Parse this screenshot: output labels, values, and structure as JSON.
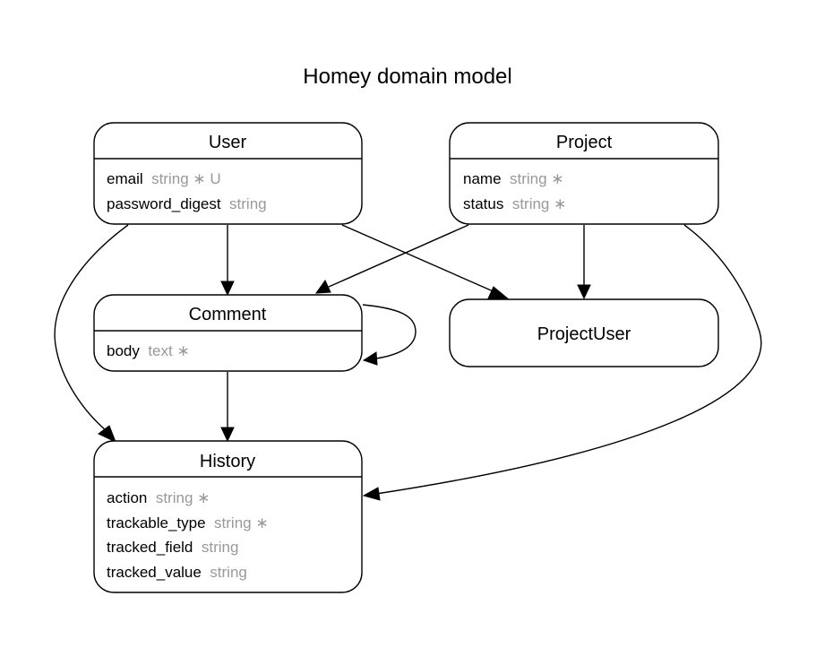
{
  "diagram": {
    "title": "Homey domain model",
    "colors": {
      "stroke": "#000000",
      "attribute_type": "#999999",
      "background": "#ffffff"
    },
    "entities": {
      "user": {
        "name": "User",
        "attributes": [
          {
            "name": "email",
            "type": "string ∗ U"
          },
          {
            "name": "password_digest",
            "type": "string"
          }
        ]
      },
      "project": {
        "name": "Project",
        "attributes": [
          {
            "name": "name",
            "type": "string ∗"
          },
          {
            "name": "status",
            "type": "string ∗"
          }
        ]
      },
      "comment": {
        "name": "Comment",
        "attributes": [
          {
            "name": "body",
            "type": "text ∗"
          }
        ]
      },
      "project_user": {
        "name": "ProjectUser",
        "attributes": []
      },
      "history": {
        "name": "History",
        "attributes": [
          {
            "name": "action",
            "type": "string ∗"
          },
          {
            "name": "trackable_type",
            "type": "string ∗"
          },
          {
            "name": "tracked_field",
            "type": "string"
          },
          {
            "name": "tracked_value",
            "type": "string"
          }
        ]
      }
    },
    "relationships": [
      {
        "from": "User",
        "to": "Comment"
      },
      {
        "from": "User",
        "to": "ProjectUser"
      },
      {
        "from": "User",
        "to": "History"
      },
      {
        "from": "Project",
        "to": "Comment"
      },
      {
        "from": "Project",
        "to": "ProjectUser"
      },
      {
        "from": "Project",
        "to": "History"
      },
      {
        "from": "Comment",
        "to": "Comment"
      },
      {
        "from": "Comment",
        "to": "History"
      }
    ]
  }
}
